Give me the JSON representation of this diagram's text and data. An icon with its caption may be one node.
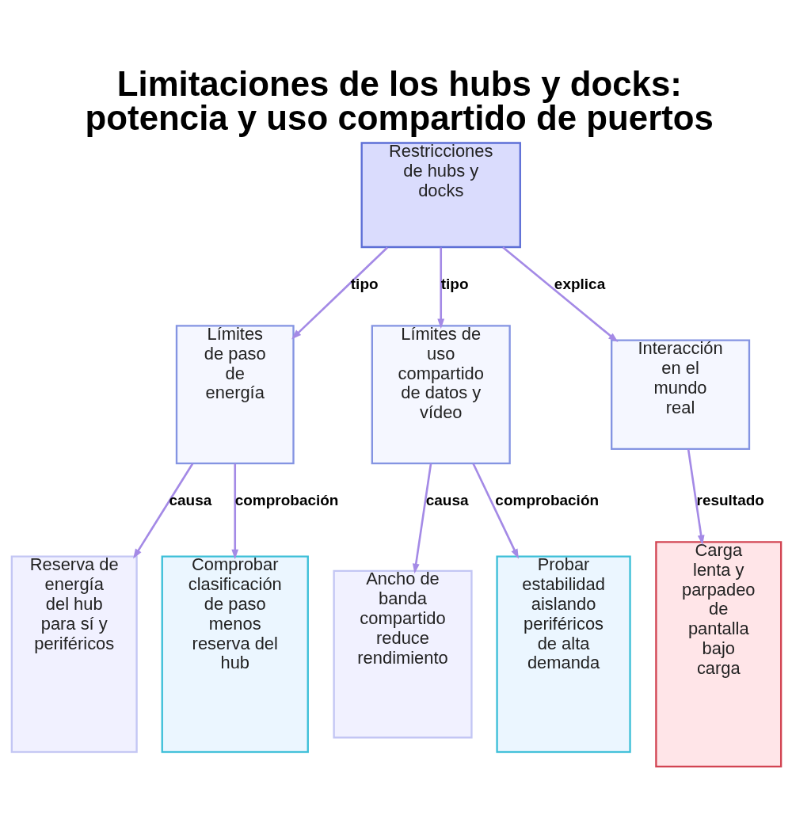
{
  "diagram": {
    "title": "Limitaciones de los hubs y docks: potencia y uso compartido de puertos",
    "nodes": [
      {
        "text": [
          "Restricciones de hubs y docks"
        ]
      },
      {
        "text": [
          "Límites de paso de energía"
        ]
      },
      {
        "text": [
          "Límites de uso compartido de datos y vídeo"
        ]
      },
      {
        "text": [
          "Interacción en el mundo real"
        ]
      },
      {
        "text": [
          "Reserva de energía del hub para sí y periféricos"
        ]
      },
      {
        "text": [
          "Comprobar clasificación de paso menos reserva del hub"
        ]
      },
      {
        "text": [
          "Ancho de banda compartido reduce rendimiento"
        ]
      },
      {
        "text": [
          "Probar estabilidad aislando periféricos de alta demanda"
        ]
      },
      {
        "text": [
          "Carga lenta y parpadeo de pantalla bajo carga"
        ]
      }
    ],
    "edges": [
      {
        "from": 0,
        "to": 1,
        "arrow": "to",
        "label": "tipo"
      },
      {
        "from": 0,
        "to": 2,
        "arrow": "to",
        "label": "tipo"
      },
      {
        "from": 0,
        "to": 3,
        "arrow": "to",
        "label": "explica"
      },
      {
        "from": 1,
        "to": 4,
        "arrow": "to",
        "label": "causa"
      },
      {
        "from": 1,
        "to": 5,
        "arrow": "to",
        "label": "comprobación"
      },
      {
        "from": 2,
        "to": 6,
        "arrow": "to",
        "label": "causa"
      },
      {
        "from": 2,
        "to": 7,
        "arrow": "to",
        "label": "comprobación"
      },
      {
        "from": 3,
        "to": 8,
        "arrow": "to",
        "label": "resultado"
      }
    ]
  }
}
